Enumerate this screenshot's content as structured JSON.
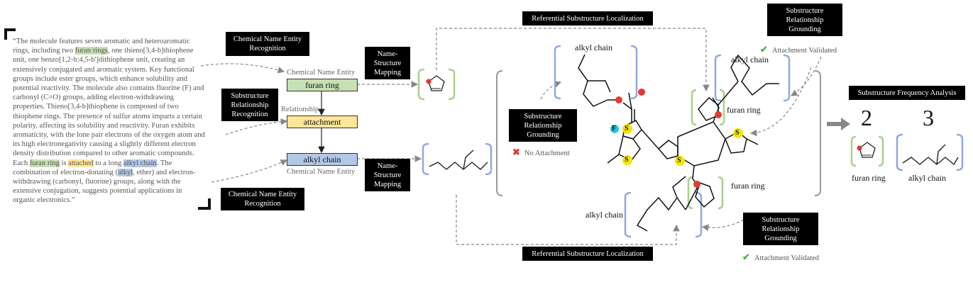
{
  "quote": {
    "text_1": "“The molecule features seven aromatic and heteroaromatic rings, including two ",
    "hl_furan_1": "furan rings",
    "text_2": ", one thieno[3,4-b]thiophene unit, one benzo[1,2-b:4,5-b']dithiophene unit, creating an extensively conjugated and aromatic system. Key functional groups include ester groups, which enhance solubility and potential reactivity. The molecule also contains fluorine (F) and carbonyl (C=O) groups, adding electron-withdrawing properties. Thieno[3,4-b]thiophene is composed of two thiophene rings.  The presence of sulfur atoms imparts a certain polarity, affecting its solubility and reactivity. Furan exhibits aromaticity, with the lone pair electrons of the oxygen atom and its high electronegativity causing a slightly different electron density distribution compared to other aromatic compounds. Each ",
    "hl_furan_2": "furan ring",
    "text_3": " is ",
    "hl_attached": "attached",
    "text_4": " to a long ",
    "hl_alkyl_1": "alkyl chain",
    "text_5": ". The combination of electron-donating (",
    "hl_alkyl_2": "alkyl",
    "text_6": ", ether) and electron-withdrawing (carbonyl, fluorine) groups, along with the extensive conjugation, suggests potential applications in organic electronics.”"
  },
  "boxes": {
    "cner_top": "Chemical Name Entity Recognition",
    "srr": "Substructure Relationship Recognition",
    "cner_bottom": "Chemical Name Entity Recognition",
    "nsm_top": "Name-Structure Mapping",
    "nsm_bottom": "Name-Structure Mapping",
    "rsl_top": "Referential Substructure Localization",
    "rsl_bottom": "Referential Substructure Localization",
    "srg_top": "Substructure Relationship Grounding",
    "srg_mid": "Substructure Relationship Grounding",
    "srg_bottom": "Substructure Relationship Grounding",
    "sfa": "Substructure Frequency Analysis"
  },
  "graph": {
    "label_cne_top": "Chemical Name Entity",
    "node_furan": "furan ring",
    "label_relationship": "Relationship",
    "node_attachment": "attachment",
    "node_alkyl": "alkyl chain",
    "label_cne_bottom": "Chemical Name Entity"
  },
  "status": {
    "validated_top": "Attachment Validated",
    "no_attachment": "No Attachment",
    "validated_bottom": "Attachment Validated"
  },
  "molecule_labels": {
    "alkyl_top_left": "alkyl chain",
    "alkyl_top_right": "alkyl chain",
    "furan_upper": "furan ring",
    "furan_lower": "furan ring",
    "alkyl_bottom": "alkyl chain",
    "atom_S": "S",
    "atom_F": "F",
    "atom_O": "O"
  },
  "frequency": {
    "furan_count": "2",
    "alkyl_count": "3",
    "furan_label": "furan ring",
    "alkyl_label": "alkyl chain"
  },
  "colors": {
    "green": "#c7e0b4",
    "blue": "#b4c7e7",
    "yellow": "#ffe699",
    "sulfur": "#f3e600",
    "fluorine": "#22c6d6",
    "oxygen": "#e53935",
    "check": "#4caf50"
  }
}
